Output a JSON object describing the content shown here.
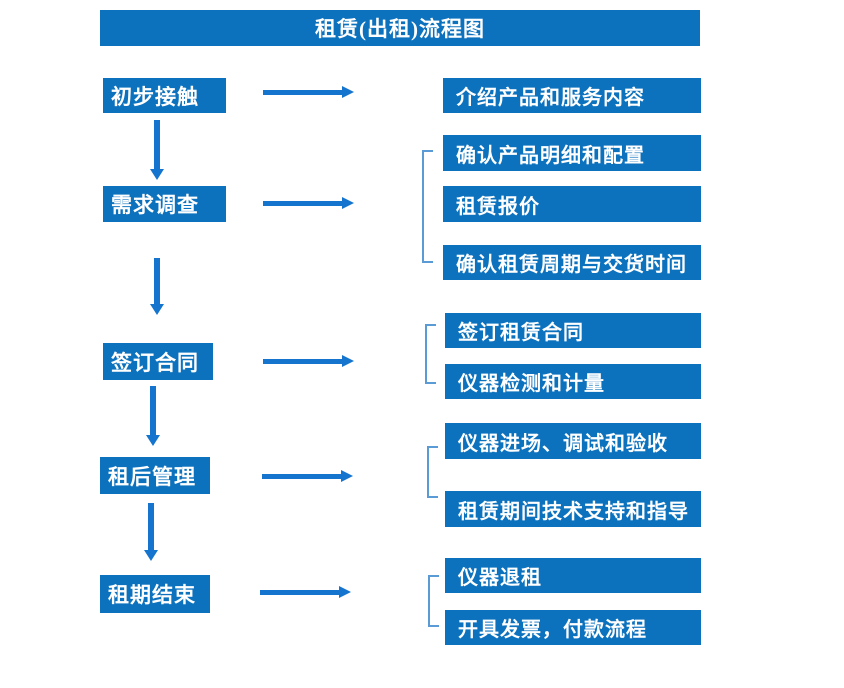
{
  "title": "租赁(出租)流程图",
  "palette": {
    "box_blue": "#0D72BE",
    "arrow_blue": "#1574CE",
    "bracket_blue": "#5B9BD5",
    "background": "#FFFFFF",
    "text": "#FFFFFF"
  },
  "stages": [
    {
      "label": "初步接触",
      "details": [
        "介绍产品和服务内容"
      ]
    },
    {
      "label": "需求调查",
      "details": [
        "确认产品明细和配置",
        "租赁报价",
        "确认租赁周期与交货时间"
      ]
    },
    {
      "label": "签订合同",
      "details": [
        "签订租赁合同",
        "仪器检测和计量"
      ]
    },
    {
      "label": "租后管理",
      "details": [
        "仪器进场、调试和验收",
        "租赁期间技术支持和指导"
      ]
    },
    {
      "label": "租期结束",
      "details": [
        "仪器退租",
        "开具发票，付款流程"
      ]
    }
  ],
  "icons": {
    "right_arrow": "→",
    "down_arrow": "↓",
    "group_bracket": "["
  }
}
